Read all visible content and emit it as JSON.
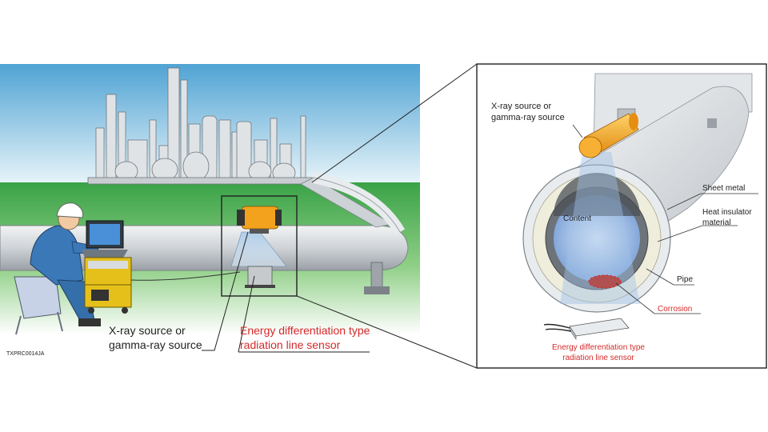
{
  "scene": {
    "source_label_line1": "X-ray source or",
    "source_label_line2": "gamma-ray source",
    "sensor_label_line1": "Energy differentiation type",
    "sensor_label_line2": "radiation line sensor",
    "figure_code": "TXPRC0014JA"
  },
  "detail": {
    "source_label_line1": "X-ray source or",
    "source_label_line2": "gamma-ray source",
    "sheet_metal": "Sheet metal",
    "insulator_line1": "Heat insulator",
    "insulator_line2": "material",
    "content": "Content",
    "pipe": "Pipe",
    "corrosion": "Corrosion",
    "sensor_label_line1": "Energy differentiation type",
    "sensor_label_line2": "radiation line sensor"
  },
  "colors": {
    "sky_top": "#5aa9d6",
    "sky_bottom": "#e6f3f8",
    "ground": "#3fa34a",
    "pipe": "#d8dbde",
    "source": "#f3a21d",
    "highlight_red": "#d42a2a",
    "worker_blue": "#3b78b8"
  }
}
